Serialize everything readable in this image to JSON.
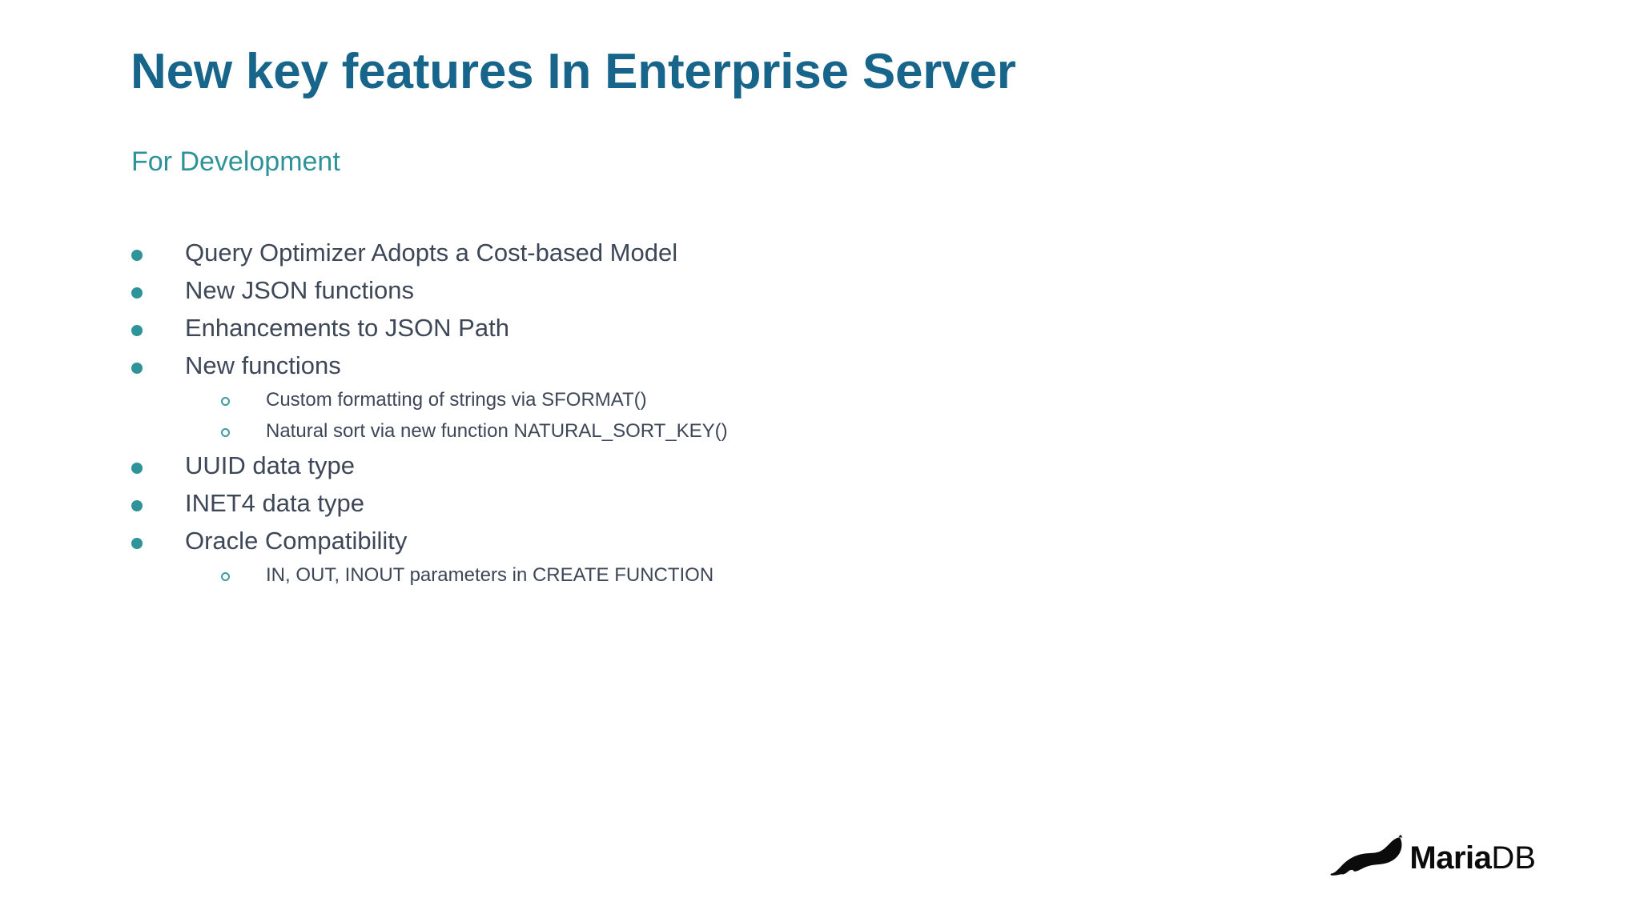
{
  "slide": {
    "title": "New key features In Enterprise Server",
    "subtitle": "For Development",
    "background_color": "#FFFFFF",
    "title_color": "#18658B",
    "subtitle_color": "#2E9399",
    "body_text_color": "#3E4757",
    "bullet_color": "#2E9499"
  },
  "bullets": [
    {
      "level": 1,
      "marker": "filled-circle",
      "text": "Query Optimizer Adopts a Cost-based Model"
    },
    {
      "level": 1,
      "marker": "filled-circle",
      "text": "New JSON functions"
    },
    {
      "level": 1,
      "marker": "filled-circle",
      "text": "Enhancements to JSON Path"
    },
    {
      "level": 1,
      "marker": "filled-circle",
      "text": "New functions"
    },
    {
      "level": 2,
      "marker": "hollow-circle",
      "text": "Custom formatting of strings via SFORMAT()"
    },
    {
      "level": 2,
      "marker": "hollow-circle",
      "text": "Natural sort via new function NATURAL_SORT_KEY()"
    },
    {
      "level": 1,
      "marker": "filled-circle",
      "text": "UUID data type"
    },
    {
      "level": 1,
      "marker": "filled-circle",
      "text": "INET4 data type"
    },
    {
      "level": 1,
      "marker": "filled-circle",
      "text": "Oracle Compatibility"
    },
    {
      "level": 2,
      "marker": "hollow-circle",
      "text": "IN, OUT, INOUT parameters in CREATE FUNCTION"
    }
  ],
  "logo": {
    "icon_name": "mariadb-seal-icon",
    "wordmark_primary": "Maria",
    "wordmark_secondary": "DB",
    "color": "#0B0B0C"
  }
}
